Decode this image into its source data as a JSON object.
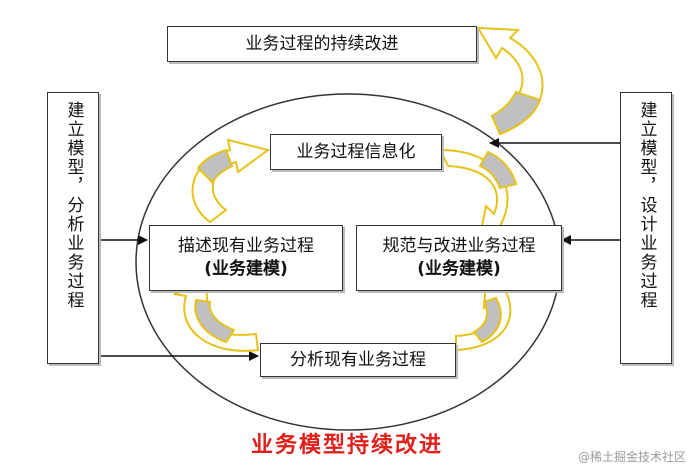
{
  "top_box": "业务过程的持续改进",
  "left_box": "建立模型，分析业务过程",
  "right_box": "建立模型，设计业务过程",
  "center_top_box": "业务过程信息化",
  "center_left_box": {
    "line1": "描述现有业务过程",
    "line2": "(业务建模)"
  },
  "center_right_box": {
    "line1": "规范与改进业务过程",
    "line2": "(业务建模)"
  },
  "center_bottom_box": "分析现有业务过程",
  "caption": "业务模型持续改进",
  "watermark": "@稀土掘金技术社区",
  "colors": {
    "caption": "#e0201b",
    "curl_arrow_outline": "#e6c21a",
    "curl_arrow_fill": "#c0c0c0"
  }
}
